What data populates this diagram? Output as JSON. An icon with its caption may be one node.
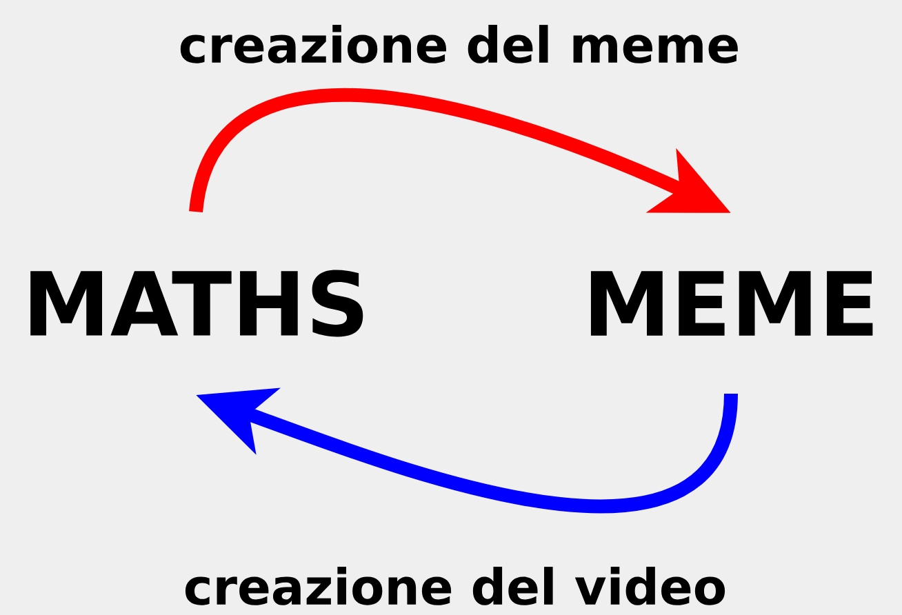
{
  "diagram": {
    "nodes": [
      {
        "text": [
          "MATHS"
        ]
      },
      {
        "text": [
          "MEME"
        ]
      }
    ],
    "edges": [
      {
        "from": 0,
        "to": 1,
        "arrow": "to",
        "label": "creazione del meme",
        "color": "#ff0000"
      },
      {
        "from": 1,
        "to": 0,
        "arrow": "to",
        "label": "creazione del video",
        "color": "#0000ff"
      }
    ]
  }
}
